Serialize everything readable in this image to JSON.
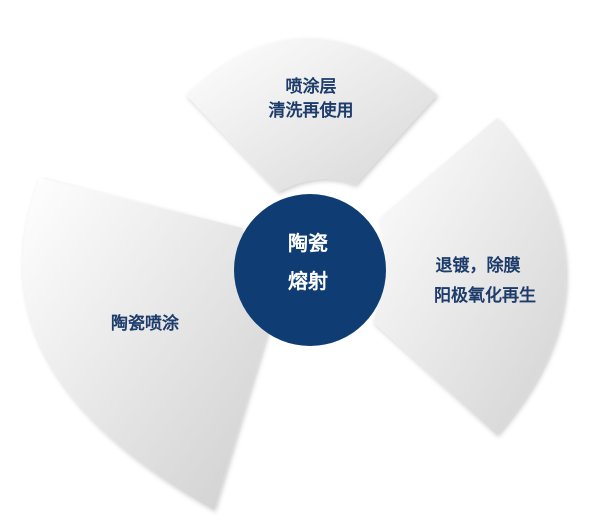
{
  "center": {
    "line1": "陶瓷",
    "line2": "熔射",
    "color": "#0f3d73"
  },
  "segments": {
    "top": {
      "line1": "喷涂层",
      "line2": "清洗再使用"
    },
    "right": {
      "line1": "退镀，除膜",
      "line2": "阳极氧化再生"
    },
    "left": {
      "line1": "陶瓷喷涂"
    }
  },
  "colors": {
    "text": "#1d3c6b",
    "segment_light": "#f7f7f7",
    "segment_dark": "#d9d9d9"
  }
}
